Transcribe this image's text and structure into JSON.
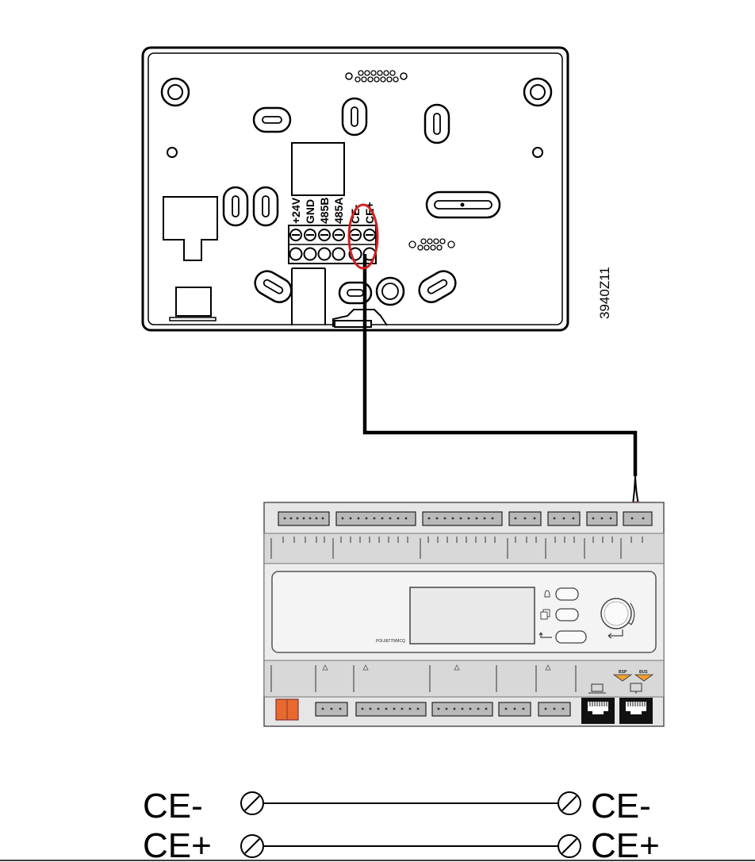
{
  "diagram": {
    "drawing_id": "3940Z11",
    "thermostat": {
      "terminals": [
        "+24V",
        "GND",
        "485B",
        "485A",
        "CE-",
        "CE+"
      ]
    },
    "controller": {
      "model_label": "POL68770/MCQ",
      "ports": [
        "BSP",
        "BUS"
      ]
    },
    "wiring": [
      {
        "left": "CE-",
        "right": "CE-"
      },
      {
        "left": "CE+",
        "right": "CE+"
      }
    ],
    "colors": {
      "highlight": "#d42020",
      "line": "#000000",
      "panel": "#e6e6e6"
    }
  }
}
